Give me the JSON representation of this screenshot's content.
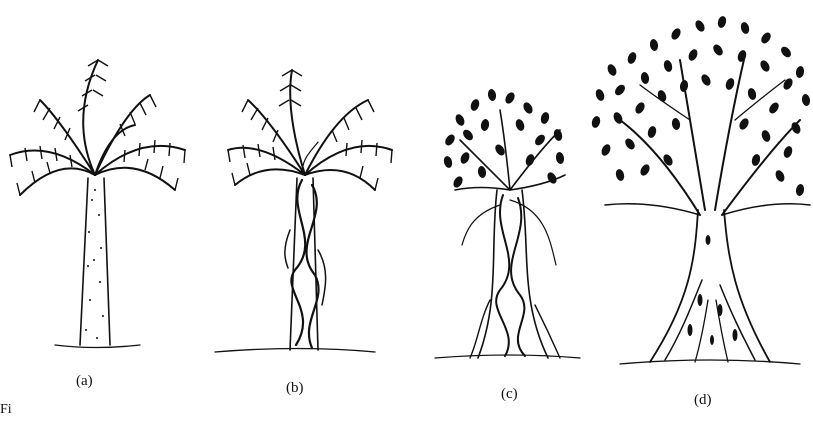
{
  "panels": [
    {
      "id": "a",
      "label": "(a)",
      "stage": "palm-host"
    },
    {
      "id": "b",
      "label": "(b)",
      "stage": "palm-with-strangler-vines"
    },
    {
      "id": "c",
      "label": "(c)",
      "stage": "strangler-enclosing-host"
    },
    {
      "id": "d",
      "label": "(d)",
      "stage": "freestanding-strangler-fig"
    }
  ],
  "caption": {
    "fragment": "Fi"
  }
}
